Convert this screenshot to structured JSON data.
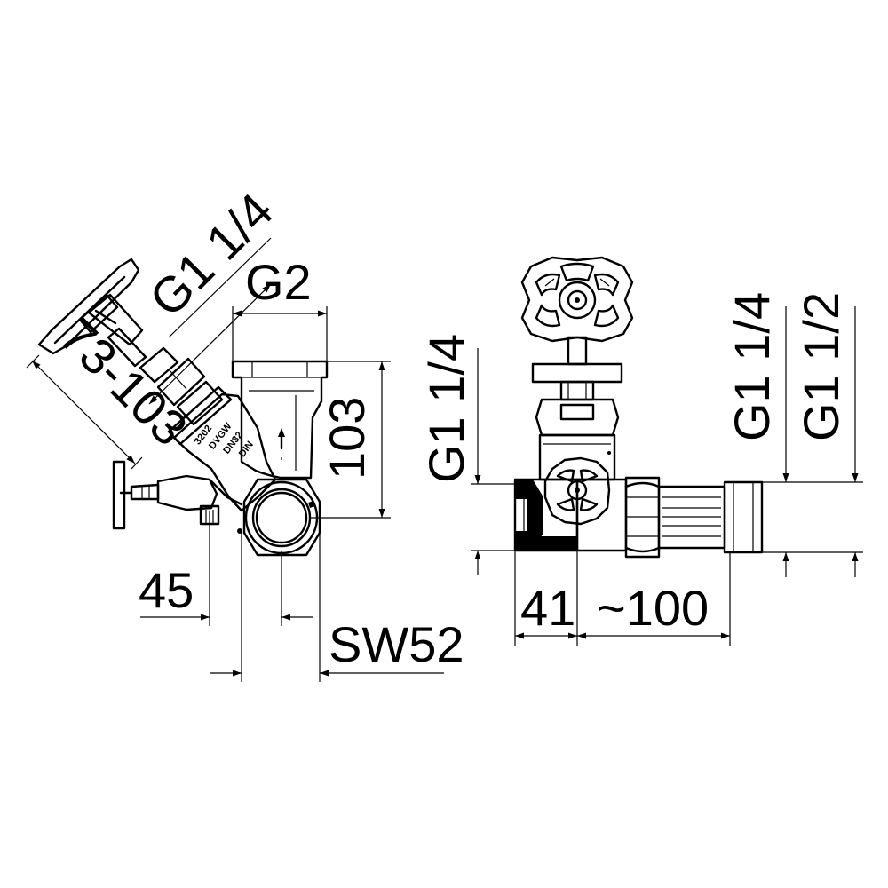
{
  "colors": {
    "line": "#000000",
    "background": "#ffffff"
  },
  "dimensions": {
    "left_view": {
      "handwheel_thread": "G1 1/4",
      "adjust_range": "73-103",
      "inlet_thread": "G2",
      "height": "103",
      "offset": "45",
      "wrench_size": "SW52"
    },
    "right_view": {
      "inlet_thread": "G1 1/4",
      "outlet_thread_a": "G1 1/4",
      "outlet_thread_b": "G1 1/2",
      "body_length": "41",
      "extension_length": "~100"
    }
  },
  "body_markings": [
    "3202",
    "DVGW",
    "DN32",
    "DIN"
  ]
}
